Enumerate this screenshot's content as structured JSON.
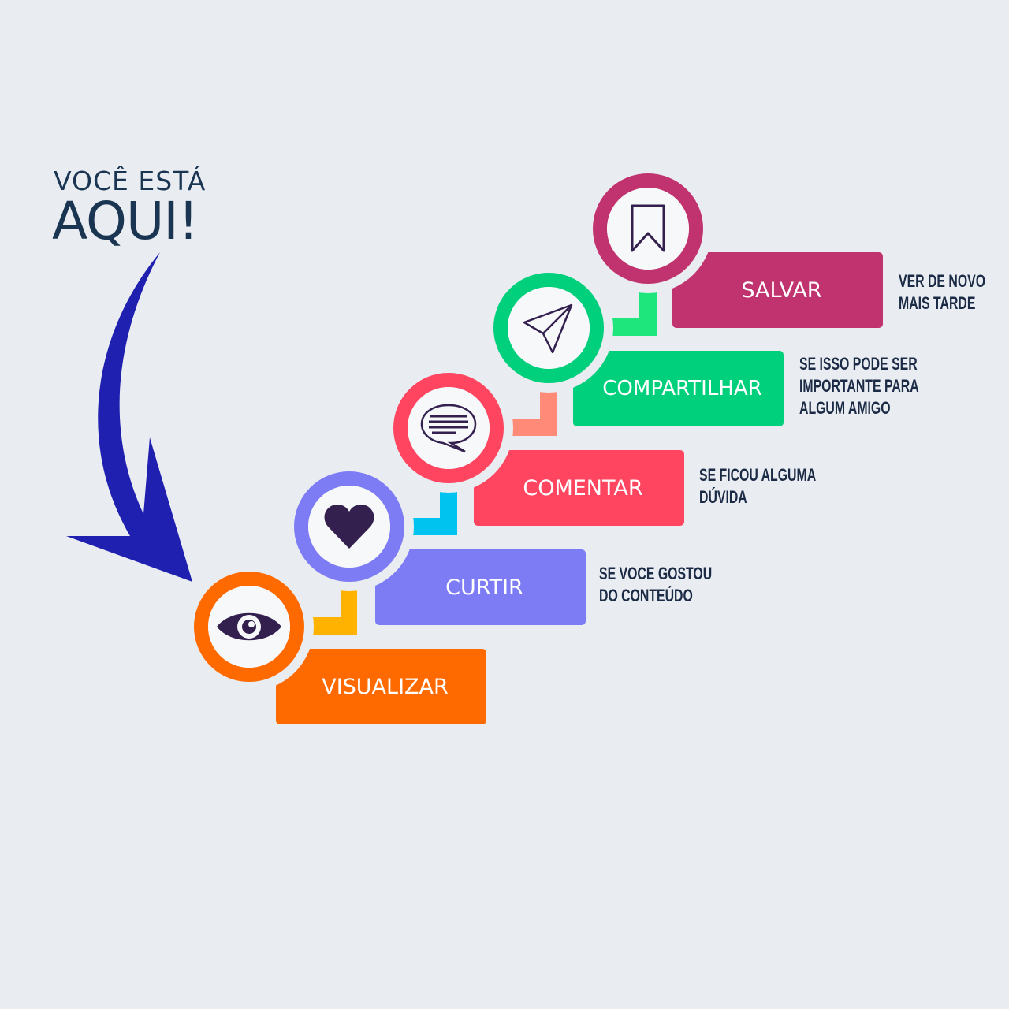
{
  "header": {
    "line1": "VOCÊ ESTÁ",
    "line2": "AQUI!"
  },
  "colors": {
    "background": "#e9edf2",
    "arrow": "#1f1fb0",
    "text": "#1b2a45"
  },
  "steps": [
    {
      "label": "VISUALIZAR",
      "icon": "eye-icon",
      "color": "#ff6a00",
      "connector": "#ffb300",
      "note": []
    },
    {
      "label": "CURTIR",
      "icon": "heart-icon",
      "color": "#7e7cf4",
      "connector": "#00c4ef",
      "note": [
        "SE VOCE GOSTOU",
        "DO CONTEÚDO"
      ]
    },
    {
      "label": "COMENTAR",
      "icon": "chat-bubble-icon",
      "color": "#ff4560",
      "connector": "#ff8a78",
      "note": [
        "SE FICOU ALGUMA",
        "DÚVIDA"
      ]
    },
    {
      "label": "COMPARTILHAR",
      "icon": "paper-plane-icon",
      "color": "#00cf7b",
      "connector": "#1ee57c",
      "note": [
        "SE ISSO PODE SER",
        "IMPORTANTE PARA",
        "ALGUM AMIGO"
      ]
    },
    {
      "label": "SALVAR",
      "icon": "bookmark-icon",
      "color": "#c1336f",
      "connector": "",
      "note": [
        "VER DE NOVO",
        "MAIS TARDE"
      ]
    }
  ]
}
